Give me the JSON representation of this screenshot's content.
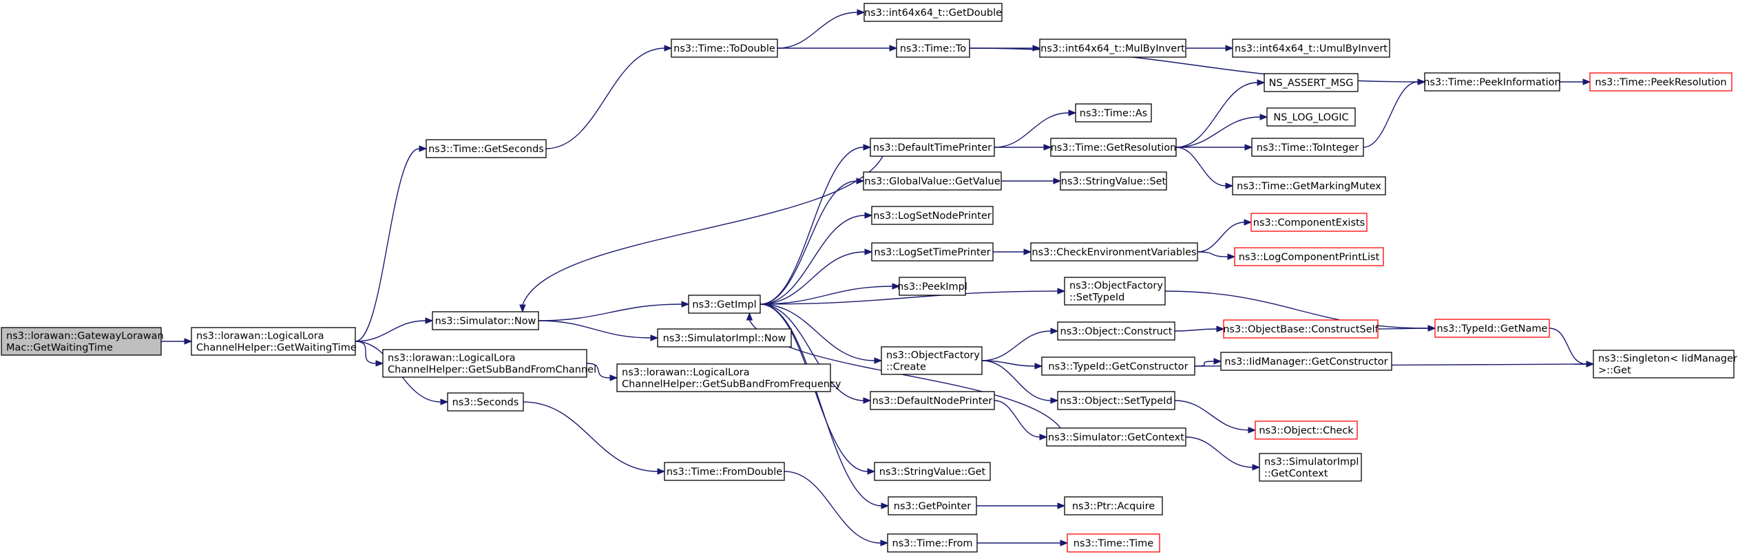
{
  "nodes": [
    {
      "id": "root",
      "lines": [
        "ns3::lorawan::GatewayLorawan",
        "Mac::GetWaitingTime"
      ],
      "style": "root"
    },
    {
      "id": "lch_gwt",
      "lines": [
        "ns3::lorawan::LogicalLora",
        "ChannelHelper::GetWaitingTime"
      ]
    },
    {
      "id": "lch_gsbc",
      "lines": [
        "ns3::lorawan::LogicalLora",
        "ChannelHelper::GetSubBandFromChannel"
      ]
    },
    {
      "id": "lch_gsbf",
      "lines": [
        "ns3::lorawan::LogicalLora",
        "ChannelHelper::GetSubBandFromFrequency"
      ]
    },
    {
      "id": "time_getseconds",
      "lines": [
        "ns3::Time::GetSeconds"
      ]
    },
    {
      "id": "sim_now",
      "lines": [
        "ns3::Simulator::Now"
      ]
    },
    {
      "id": "seconds",
      "lines": [
        "ns3::Seconds"
      ]
    },
    {
      "id": "time_todouble",
      "lines": [
        "ns3::Time::ToDouble"
      ]
    },
    {
      "id": "getimpl",
      "lines": [
        "ns3::GetImpl"
      ]
    },
    {
      "id": "simimpl_now",
      "lines": [
        "ns3::SimulatorImpl::Now"
      ]
    },
    {
      "id": "time_fromdouble",
      "lines": [
        "ns3::Time::FromDouble"
      ]
    },
    {
      "id": "i64_getdouble",
      "lines": [
        "ns3::int64x64_t::GetDouble"
      ]
    },
    {
      "id": "time_to",
      "lines": [
        "ns3::Time::To"
      ]
    },
    {
      "id": "default_time_printer",
      "lines": [
        "ns3::DefaultTimePrinter"
      ]
    },
    {
      "id": "gv_getvalue",
      "lines": [
        "ns3::GlobalValue::GetValue"
      ]
    },
    {
      "id": "log_set_node_printer",
      "lines": [
        "ns3::LogSetNodePrinter"
      ]
    },
    {
      "id": "log_set_time_printer",
      "lines": [
        "ns3::LogSetTimePrinter"
      ]
    },
    {
      "id": "peekimpl",
      "lines": [
        "ns3::PeekImpl"
      ]
    },
    {
      "id": "of_create",
      "lines": [
        "ns3::ObjectFactory",
        "::Create"
      ]
    },
    {
      "id": "default_node_printer",
      "lines": [
        "ns3::DefaultNodePrinter"
      ]
    },
    {
      "id": "stringvalue_get",
      "lines": [
        "ns3::StringValue::Get"
      ]
    },
    {
      "id": "getpointer",
      "lines": [
        "ns3::GetPointer"
      ]
    },
    {
      "id": "time_from",
      "lines": [
        "ns3::Time::From"
      ]
    },
    {
      "id": "i64_mulbyinvert",
      "lines": [
        "ns3::int64x64_t::MulByInvert"
      ]
    },
    {
      "id": "time_as",
      "lines": [
        "ns3::Time::As"
      ]
    },
    {
      "id": "time_getresolution",
      "lines": [
        "ns3::Time::GetResolution"
      ]
    },
    {
      "id": "stringvalue_set",
      "lines": [
        "ns3::StringValue::Set"
      ]
    },
    {
      "id": "check_env_vars",
      "lines": [
        "ns3::CheckEnvironmentVariables"
      ]
    },
    {
      "id": "of_settypeid",
      "lines": [
        "ns3::ObjectFactory",
        "::SetTypeId"
      ]
    },
    {
      "id": "object_construct",
      "lines": [
        "ns3::Object::Construct"
      ]
    },
    {
      "id": "typeid_getconstructor",
      "lines": [
        "ns3::TypeId::GetConstructor"
      ]
    },
    {
      "id": "object_settypeid",
      "lines": [
        "ns3::Object::SetTypeId"
      ]
    },
    {
      "id": "sim_getcontext",
      "lines": [
        "ns3::Simulator::GetContext"
      ]
    },
    {
      "id": "ptr_acquire",
      "lines": [
        "ns3::Ptr::Acquire"
      ]
    },
    {
      "id": "time_time",
      "lines": [
        "ns3::Time::Time"
      ],
      "style": "red"
    },
    {
      "id": "i64_umulbyinvert",
      "lines": [
        "ns3::int64x64_t::UmulByInvert"
      ]
    },
    {
      "id": "ns_assert_msg",
      "lines": [
        "NS_ASSERT_MSG"
      ]
    },
    {
      "id": "ns_log_logic",
      "lines": [
        "NS_LOG_LOGIC"
      ]
    },
    {
      "id": "time_tointeger",
      "lines": [
        "ns3::Time::ToInteger"
      ]
    },
    {
      "id": "time_getmarkingmutex",
      "lines": [
        "ns3::Time::GetMarkingMutex"
      ]
    },
    {
      "id": "component_exists",
      "lines": [
        "ns3::ComponentExists"
      ],
      "style": "red"
    },
    {
      "id": "log_component_print_list",
      "lines": [
        "ns3::LogComponentPrintList"
      ],
      "style": "red"
    },
    {
      "id": "objectbase_constructself",
      "lines": [
        "ns3::ObjectBase::ConstructSelf"
      ],
      "style": "red"
    },
    {
      "id": "iidmanager_getconstructor",
      "lines": [
        "ns3::IidManager::GetConstructor"
      ]
    },
    {
      "id": "object_check",
      "lines": [
        "ns3::Object::Check"
      ],
      "style": "red"
    },
    {
      "id": "simimpl_getcontext",
      "lines": [
        "ns3::SimulatorImpl",
        "::GetContext"
      ]
    },
    {
      "id": "time_peekinformation",
      "lines": [
        "ns3::Time::PeekInformation"
      ]
    },
    {
      "id": "typeid_getname",
      "lines": [
        "ns3::TypeId::GetName"
      ],
      "style": "red"
    },
    {
      "id": "time_peekresolution",
      "lines": [
        "ns3::Time::PeekResolution"
      ],
      "style": "red"
    },
    {
      "id": "singleton_get",
      "lines": [
        "ns3::Singleton< IidManager",
        " >::Get"
      ]
    }
  ],
  "edges": [
    [
      "root",
      "lch_gwt"
    ],
    [
      "lch_gwt",
      "time_getseconds"
    ],
    [
      "lch_gwt",
      "sim_now"
    ],
    [
      "lch_gwt",
      "lch_gsbc"
    ],
    [
      "lch_gwt",
      "seconds"
    ],
    [
      "lch_gsbc",
      "lch_gsbf"
    ],
    [
      "time_getseconds",
      "time_todouble"
    ],
    [
      "time_todouble",
      "i64_getdouble"
    ],
    [
      "time_todouble",
      "time_to"
    ],
    [
      "time_to",
      "i64_mulbyinvert"
    ],
    [
      "time_to",
      "time_peekinformation"
    ],
    [
      "i64_mulbyinvert",
      "i64_umulbyinvert"
    ],
    [
      "time_peekinformation",
      "time_peekresolution"
    ],
    [
      "sim_now",
      "getimpl"
    ],
    [
      "sim_now",
      "simimpl_now"
    ],
    [
      "default_time_printer",
      "sim_now"
    ],
    [
      "seconds",
      "time_fromdouble"
    ],
    [
      "time_fromdouble",
      "time_from"
    ],
    [
      "time_from",
      "time_time"
    ],
    [
      "getimpl",
      "default_time_printer"
    ],
    [
      "getimpl",
      "gv_getvalue"
    ],
    [
      "getimpl",
      "log_set_node_printer"
    ],
    [
      "getimpl",
      "log_set_time_printer"
    ],
    [
      "getimpl",
      "peekimpl"
    ],
    [
      "getimpl",
      "of_settypeid"
    ],
    [
      "getimpl",
      "of_create"
    ],
    [
      "getimpl",
      "default_node_printer"
    ],
    [
      "getimpl",
      "stringvalue_get"
    ],
    [
      "getimpl",
      "getpointer"
    ],
    [
      "sim_getcontext",
      "getimpl"
    ],
    [
      "default_time_printer",
      "time_as"
    ],
    [
      "default_time_printer",
      "time_getresolution"
    ],
    [
      "time_getresolution",
      "ns_assert_msg"
    ],
    [
      "time_getresolution",
      "ns_log_logic"
    ],
    [
      "time_getresolution",
      "time_tointeger"
    ],
    [
      "time_getresolution",
      "time_getmarkingmutex"
    ],
    [
      "time_tointeger",
      "time_peekinformation"
    ],
    [
      "gv_getvalue",
      "stringvalue_set"
    ],
    [
      "log_set_time_printer",
      "check_env_vars"
    ],
    [
      "check_env_vars",
      "component_exists"
    ],
    [
      "check_env_vars",
      "log_component_print_list"
    ],
    [
      "of_settypeid",
      "typeid_getname"
    ],
    [
      "of_create",
      "object_construct"
    ],
    [
      "of_create",
      "typeid_getconstructor"
    ],
    [
      "of_create",
      "object_settypeid"
    ],
    [
      "object_construct",
      "objectbase_constructself"
    ],
    [
      "objectbase_constructself",
      "typeid_getname"
    ],
    [
      "typeid_getname",
      "singleton_get"
    ],
    [
      "typeid_getconstructor",
      "iidmanager_getconstructor"
    ],
    [
      "typeid_getconstructor",
      "singleton_get"
    ],
    [
      "object_settypeid",
      "object_check"
    ],
    [
      "default_node_printer",
      "sim_getcontext"
    ],
    [
      "sim_getcontext",
      "simimpl_getcontext"
    ],
    [
      "getpointer",
      "ptr_acquire"
    ]
  ]
}
